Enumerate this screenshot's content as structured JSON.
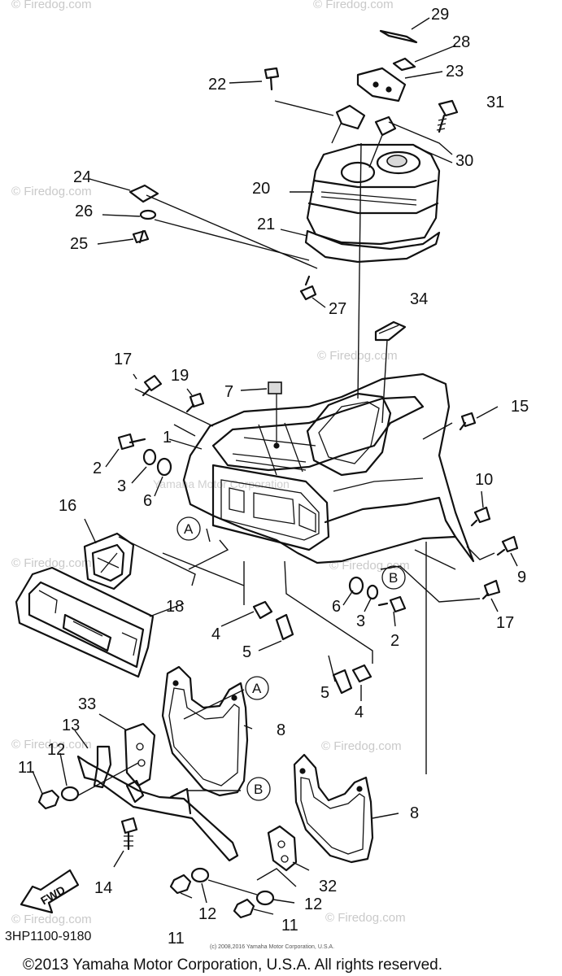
{
  "diagram": {
    "part_labels": {
      "p1": "1",
      "p2a": "2",
      "p2b": "2",
      "p3a": "3",
      "p3b": "3",
      "p4a": "4",
      "p4b": "4",
      "p5a": "5",
      "p5b": "5",
      "p6a": "6",
      "p6b": "6",
      "p7": "7",
      "p8a": "8",
      "p8b": "8",
      "p9": "9",
      "p10": "10",
      "p11a": "11",
      "p11b": "11",
      "p11c": "11",
      "p12a": "12",
      "p12b": "12",
      "p12c": "12",
      "p13": "13",
      "p14": "14",
      "p15": "15",
      "p16": "16",
      "p17a": "17",
      "p17b": "17",
      "p18": "18",
      "p19": "19",
      "p20": "20",
      "p21": "21",
      "p22": "22",
      "p23": "23",
      "p24": "24",
      "p25": "25",
      "p26": "26",
      "p27": "27",
      "p28": "28",
      "p29": "29",
      "p30": "30",
      "p31": "31",
      "p32": "32",
      "p33": "33",
      "p34": "34"
    },
    "reference_marks": {
      "a1": "A",
      "a2": "A",
      "b1": "B",
      "b2": "B"
    },
    "direction_label": "FWD",
    "diagram_code": "3HP1100-9180",
    "watermark_text": "© Firedog.com",
    "watermark_center": "Yamaha Motor Corporation",
    "fine_print": "(c) 2008,2016 Yamaha Motor Corporation, U.S.A.",
    "copyright": "©2013 Yamaha Motor Corporation, U.S.A. All rights reserved."
  }
}
